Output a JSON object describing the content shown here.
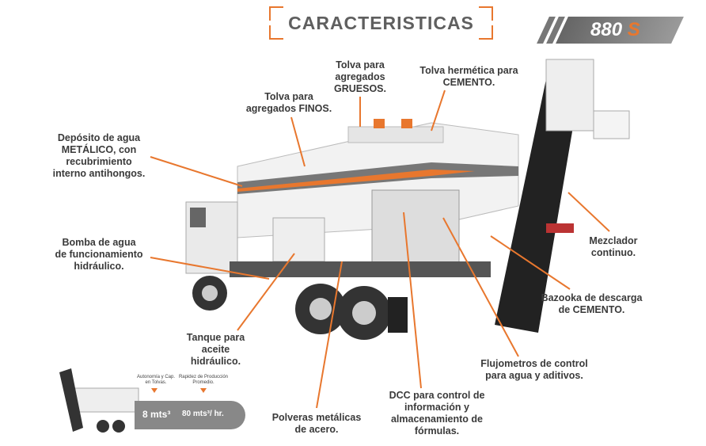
{
  "title": "CARACTERISTICAS",
  "model": {
    "number": "880",
    "suffix": "S"
  },
  "accent": "#e8772e",
  "labels": {
    "gruesos": [
      "Tolva para",
      "agregados",
      "GRUESOS."
    ],
    "cemento": [
      "Tolva hermética para",
      "CEMENTO."
    ],
    "finos": [
      "Tolva para",
      "agregados FINOS."
    ],
    "deposito": [
      "Depósito de agua",
      "METÁLICO, con",
      "recubrimiento",
      "interno antihongos."
    ],
    "bomba": [
      "Bomba de agua",
      "de funcionamiento",
      "hidráulico."
    ],
    "tanque": [
      "Tanque para",
      "aceite",
      "hidráulico."
    ],
    "polveras": [
      "Polveras metálicas",
      "de acero."
    ],
    "dcc": [
      "DCC para control de",
      "información y",
      "almacenamiento de",
      "fórmulas."
    ],
    "flujometros": [
      "Flujometros de control",
      "para agua y aditivos."
    ],
    "bazooka": [
      "Bazooka  de descarga",
      "de CEMENTO."
    ],
    "mezclador": [
      "Mezclador",
      "continuo."
    ]
  },
  "stats": {
    "autonomia_label": [
      "Autonomía y Cap.",
      "en Tolvas."
    ],
    "autonomia_value": "8 mts³",
    "rapidez_label": [
      "Rapidez de Producción",
      "Promedio."
    ],
    "rapidez_value": "80 mts³/ hr."
  }
}
